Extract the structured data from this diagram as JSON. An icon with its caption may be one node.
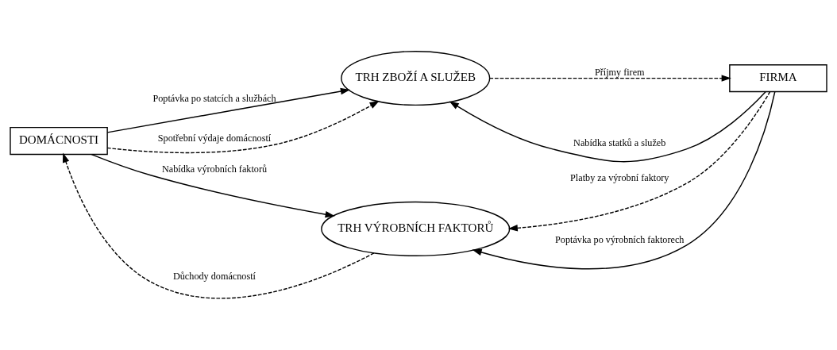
{
  "diagram": {
    "nodes": [
      {
        "text": [
          "TRH ZBOŽÍ A SLUŽEB"
        ]
      },
      {
        "text": [
          "DOMÁCNOSTI"
        ]
      },
      {
        "text": [
          "FIRMA"
        ]
      },
      {
        "text": [
          "TRH VÝROBNÍCH FAKTORŮ"
        ]
      }
    ],
    "edges": [
      {
        "from": 1,
        "to": 0,
        "arrow": "to",
        "label": "Poptávka po statcích a službách"
      },
      {
        "from": 1,
        "to": 0,
        "arrow": "to",
        "label": "Spotřební výdaje domácností",
        "style": "dashed"
      },
      {
        "from": 2,
        "to": 0,
        "arrow": "to",
        "label": "Nabídka statků a služeb"
      },
      {
        "from": 0,
        "to": 2,
        "arrow": "to",
        "label": "Příjmy firem",
        "style": "dashed"
      },
      {
        "from": 3,
        "to": 1,
        "arrow": "to",
        "label": "Důchody domácností",
        "style": "dashed"
      },
      {
        "from": 2,
        "to": 3,
        "arrow": "to",
        "label": "Platby za výrobní faktory",
        "style": "dashed"
      },
      {
        "from": 1,
        "to": 3,
        "arrow": "to",
        "label": "Nabídka výrobních faktorů"
      },
      {
        "from": 2,
        "to": 3,
        "arrow": "to",
        "label": "Poptávka po výrobních faktorech"
      }
    ]
  }
}
